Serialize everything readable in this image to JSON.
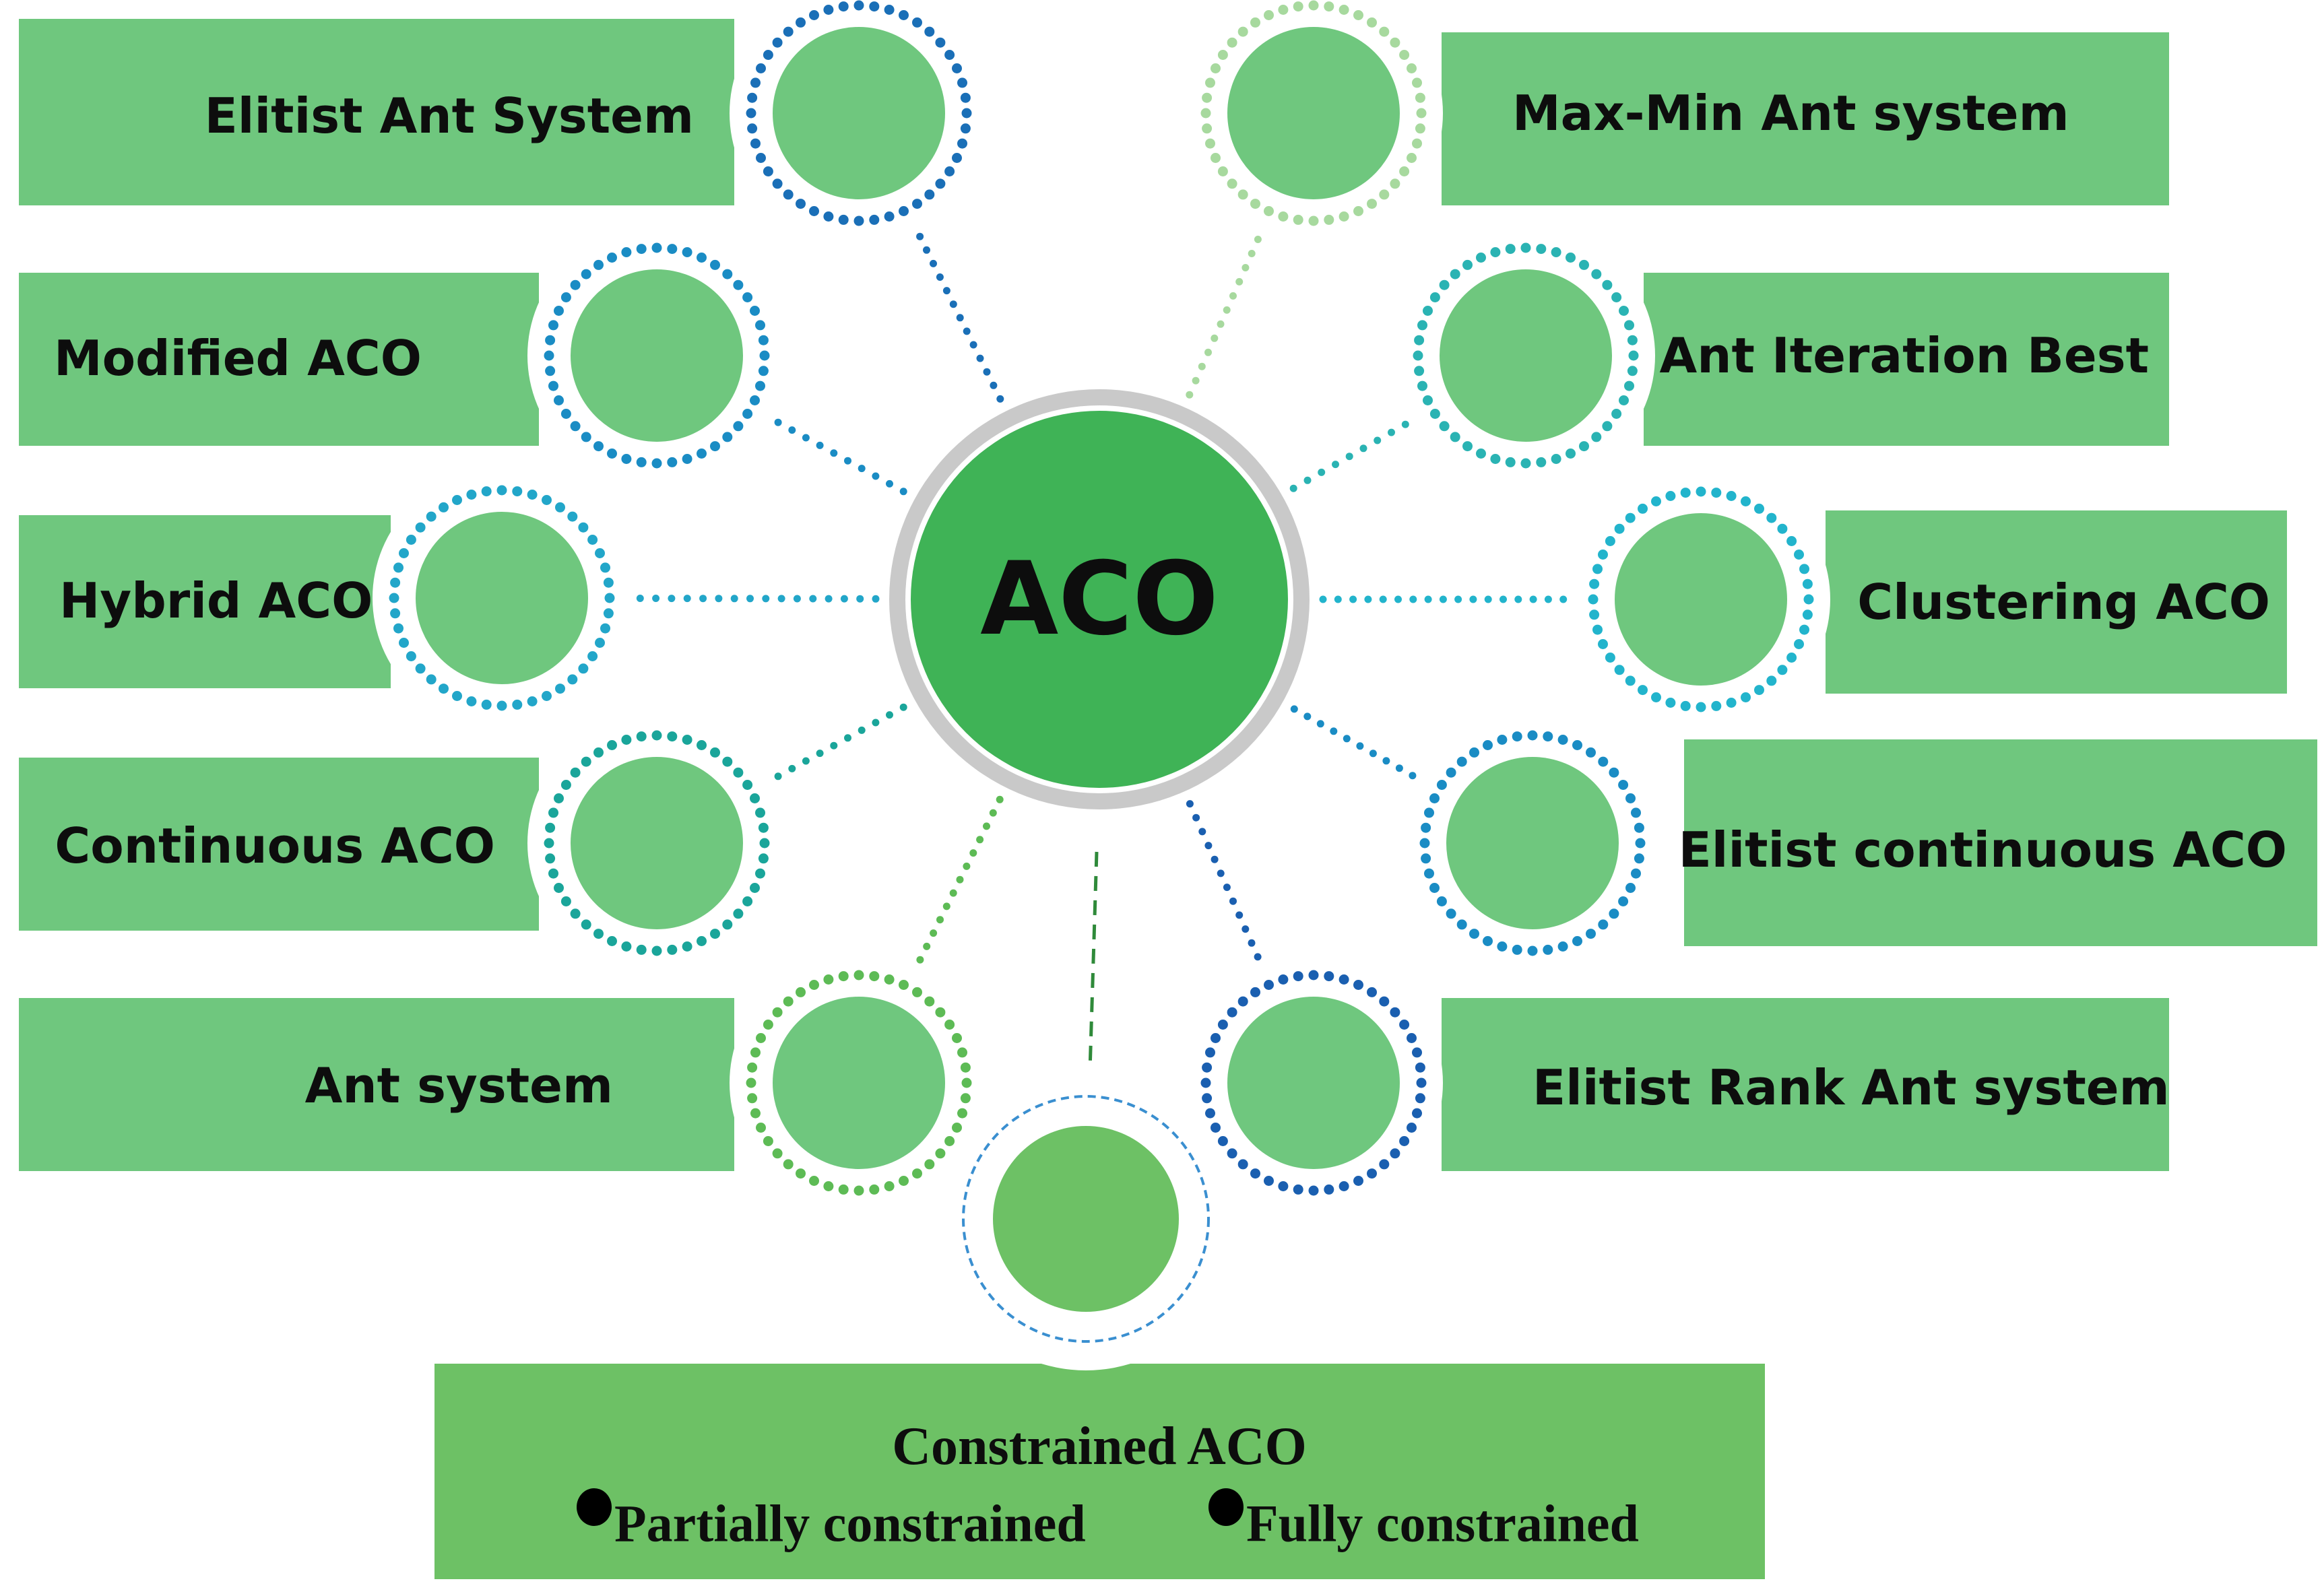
{
  "center": {
    "label": "ACO"
  },
  "colors": {
    "panel": "#6fc77e",
    "panel_bottom": "#6dc165",
    "node": "#6fc77e",
    "center_fill": "#3fb356",
    "center_ring": "#c9c9c9",
    "text": "#0d0d0d",
    "bg": "#ffffff"
  },
  "nodes": [
    {
      "id": "elitist-ant-system",
      "label": "Elitist Ant System",
      "dot_color": "#1a6fb7"
    },
    {
      "id": "modified-aco",
      "label": "Modified ACO",
      "dot_color": "#1a8cc4"
    },
    {
      "id": "hybrid-aco",
      "label": "Hybrid ACO",
      "dot_color": "#22a6c9"
    },
    {
      "id": "continuous-aco",
      "label": "Continuous ACO",
      "dot_color": "#1aa59a"
    },
    {
      "id": "ant-system",
      "label": "Ant system",
      "dot_color": "#5dbb55"
    },
    {
      "id": "max-min-ant-system",
      "label": "Max-Min Ant system",
      "dot_color": "#a7d99e"
    },
    {
      "id": "ant-iteration-best",
      "label": "Ant Iteration Best",
      "dot_color": "#2ab3b3"
    },
    {
      "id": "clustering-aco",
      "label": "Clustering ACO",
      "dot_color": "#22b4cc"
    },
    {
      "id": "elitist-continuous-aco",
      "label": "Elitist continuous ACO",
      "dot_color": "#1a8cc4"
    },
    {
      "id": "elitist-rank-ant-system",
      "label": "Elitist Rank Ant system",
      "dot_color": "#1a5fb0"
    }
  ],
  "bottom": {
    "title": "Constrained ACO",
    "items": [
      "Partially constrained",
      "Fully constrained"
    ],
    "dash_color": "#3a8fd0"
  }
}
